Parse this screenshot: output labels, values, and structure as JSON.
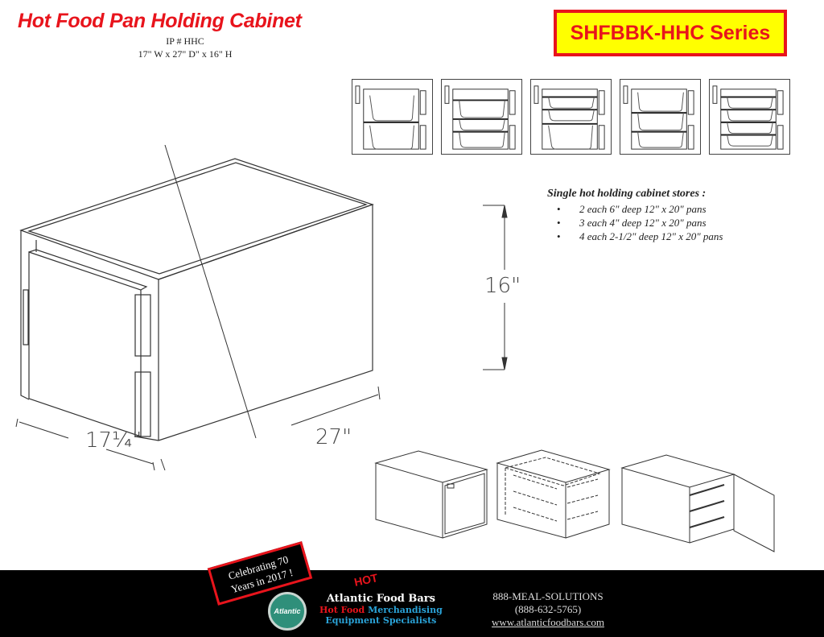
{
  "header": {
    "title": "Hot Food Pan Holding Cabinet",
    "ip_number": "IP # HHC",
    "dimensions": "17\" W x 27\" D\" x 16\" H",
    "series_badge": "SHFBBK-HHC Series",
    "badge_colors": {
      "background": "#ffff00",
      "border": "#e8141c",
      "text": "#e8141c"
    }
  },
  "configurations": {
    "thumbnail_count": 5,
    "thumbnails": [
      {
        "label": "2 x 6in pans"
      },
      {
        "label": "3 x 4in pans"
      },
      {
        "label": "2 x 2-1/2in + 1 x 6in pans"
      },
      {
        "label": "3 x 4in pans (alt)"
      },
      {
        "label": "4 x 2-1/2in pans"
      }
    ]
  },
  "stores": {
    "heading": "Single hot holding cabinet stores :",
    "items": [
      "2 each 6\" deep 12\" x 20\" pans",
      "3 each 4\" deep 12\" x 20\" pans",
      "4 each 2-1/2\" deep 12\" x 20\" pans"
    ]
  },
  "drawing": {
    "height_label": "16\"",
    "width_label": "17¼\"",
    "depth_label": "27\""
  },
  "footer": {
    "banner_line1": "Celebrating 70",
    "banner_line2": "Years in 2017 !",
    "hot_tag": "HOT",
    "logo_text": "Atlantic",
    "brand_name": "Atlantic Food Bars",
    "tagline_red": "Hot Food",
    "tagline_blue": "Merchandising",
    "tagline_line2": "Equipment Specialists",
    "phone_word": "888-MEAL-SOLUTIONS",
    "phone_number": "(888-632-5765)",
    "website": "www.atlanticfoodbars.com"
  }
}
